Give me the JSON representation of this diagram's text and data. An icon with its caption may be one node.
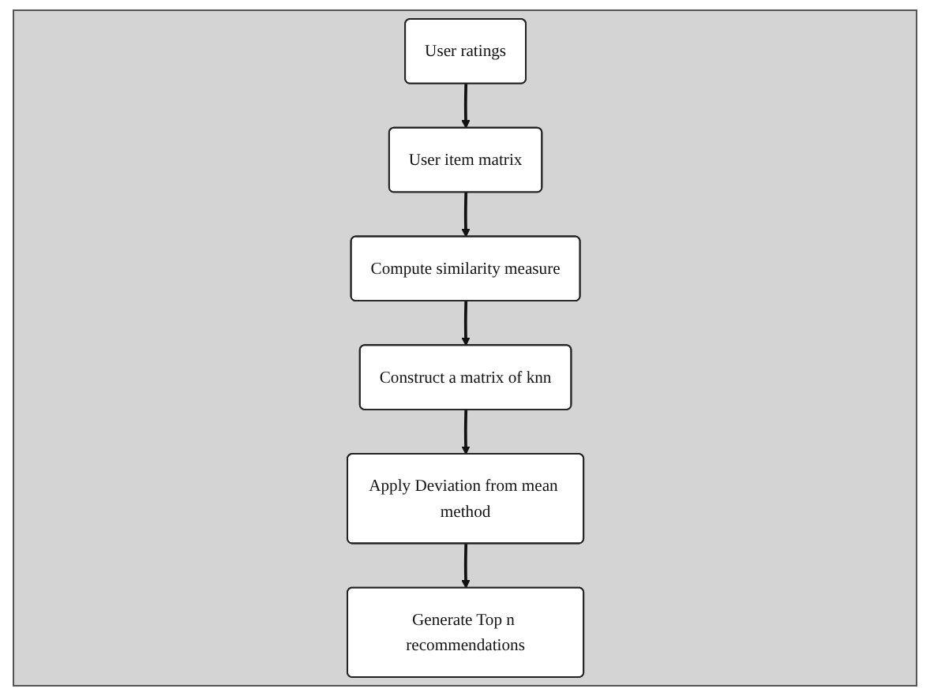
{
  "diagram": {
    "nodes": [
      {
        "text": [
          "User ratings"
        ]
      },
      {
        "text": [
          "User item matrix"
        ]
      },
      {
        "text": [
          "Compute similarity measure"
        ]
      },
      {
        "text": [
          "Construct a matrix of knn"
        ]
      },
      {
        "text": [
          "Apply Deviation from mean method"
        ]
      },
      {
        "text": [
          "Generate Top n recommendations"
        ]
      }
    ],
    "edges": [
      {
        "from": 0,
        "to": 1,
        "arrow": "to"
      },
      {
        "from": 1,
        "to": 2,
        "arrow": "to"
      },
      {
        "from": 2,
        "to": 3,
        "arrow": "to"
      },
      {
        "from": 3,
        "to": 4,
        "arrow": "to"
      },
      {
        "from": 4,
        "to": 5,
        "arrow": "to"
      }
    ]
  }
}
